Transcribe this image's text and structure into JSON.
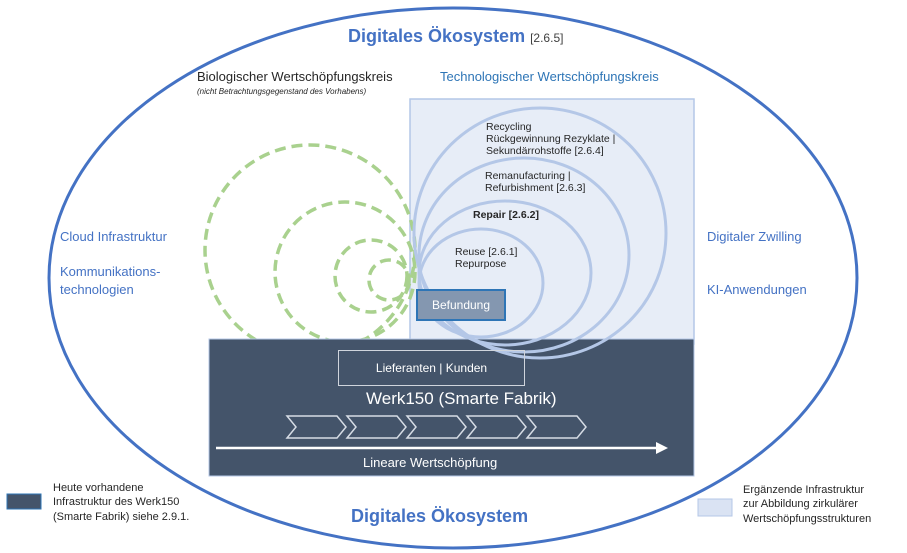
{
  "ecosystem": {
    "title_top": "Digitales Ökosystem",
    "title_top_ref": "[2.6.5]",
    "title_bottom": "Digitales Ökosystem"
  },
  "left_items": [
    "Cloud Infrastruktur",
    "Kommunikations-",
    "technologien"
  ],
  "right_items": [
    "Digitaler Zwilling",
    "KI-Anwendungen"
  ],
  "biological": {
    "title": "Biologischer Wertschöpfungskreis",
    "subtitle": "(nicht Betrachtungsgegenstand des Vorhabens)"
  },
  "technological": {
    "title": "Technologischer Wertschöpfungskreis",
    "loops": [
      {
        "lines": [
          "Recycling",
          "Rückgewinnung Rezyklate |",
          "Sekundärrohstoffe [2.6.4]"
        ]
      },
      {
        "lines": [
          "Remanufacturing |",
          "Refurbishment [2.6.3]"
        ]
      },
      {
        "lines": [
          "Repair [2.6.2]"
        ]
      },
      {
        "lines": [
          "Reuse [2.6.1]",
          "Repurpose"
        ]
      }
    ],
    "befundung": "Befundung"
  },
  "factory": {
    "partners": "Lieferanten | Kunden",
    "title": "Werk150 (Smarte Fabrik)",
    "process_steps": 5,
    "linear_label": "Lineare Wertschöpfung"
  },
  "legend": {
    "existing": [
      "Heute vorhandene",
      "Infrastruktur des Werk150",
      "(Smarte Fabrik) siehe  2.9.1."
    ],
    "supplementary": [
      "Ergänzende Infrastruktur",
      "zur Abbildung zirkulärer",
      "Wertschöpfungsstrukturen"
    ]
  },
  "colors": {
    "ecosystem_ring": "#4472C4",
    "factory_fill": "#44546A",
    "tech_fill": "#DAE3F3",
    "tech_loop": "#B4C7E7",
    "bio_loop": "#A9D18E",
    "befundung_fill": "#8497B0"
  }
}
